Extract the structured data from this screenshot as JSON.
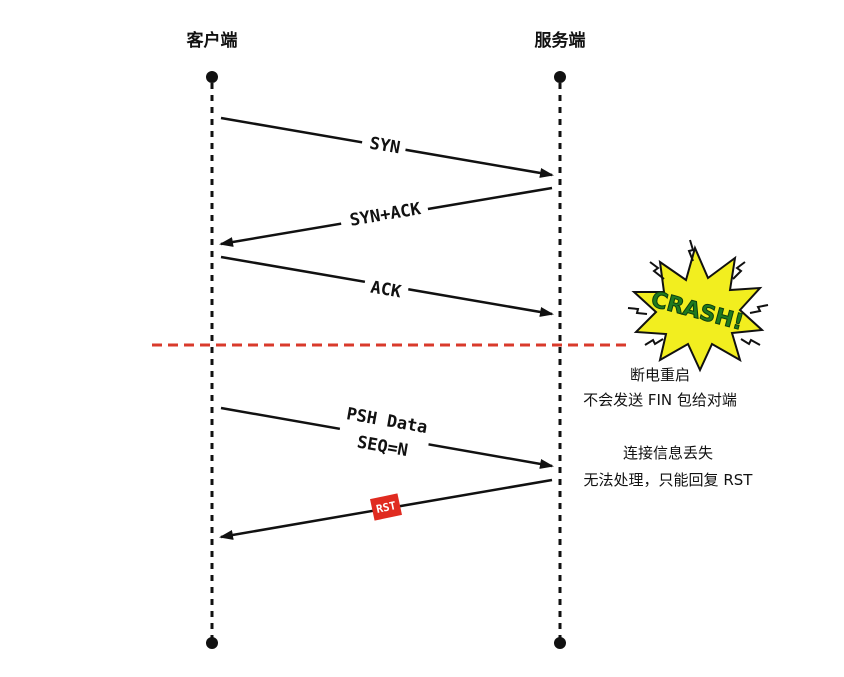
{
  "colors": {
    "line": "#111111",
    "crash_line": "#d93a2b",
    "crash_burst_fill": "#f2ee1f",
    "crash_text": "#1f7a1f",
    "rst_badge": "#e02b20"
  },
  "actors": {
    "client": "客户端",
    "server": "服务端"
  },
  "messages": [
    {
      "label": "SYN",
      "direction": "client-to-server"
    },
    {
      "label": "SYN+ACK",
      "direction": "server-to-client"
    },
    {
      "label": "ACK",
      "direction": "client-to-server"
    },
    {
      "label_line1": "PSH Data",
      "label_line2": "SEQ=N",
      "direction": "client-to-server"
    },
    {
      "label": "RST",
      "direction": "server-to-client",
      "style": "badge"
    }
  ],
  "crash": {
    "burst_text": "CRASH!",
    "note_line1": "断电重启",
    "note_line2": "不会发送 FIN 包给对端"
  },
  "lost_note": {
    "line1": "连接信息丢失",
    "line2": "无法处理，只能回复 RST"
  }
}
